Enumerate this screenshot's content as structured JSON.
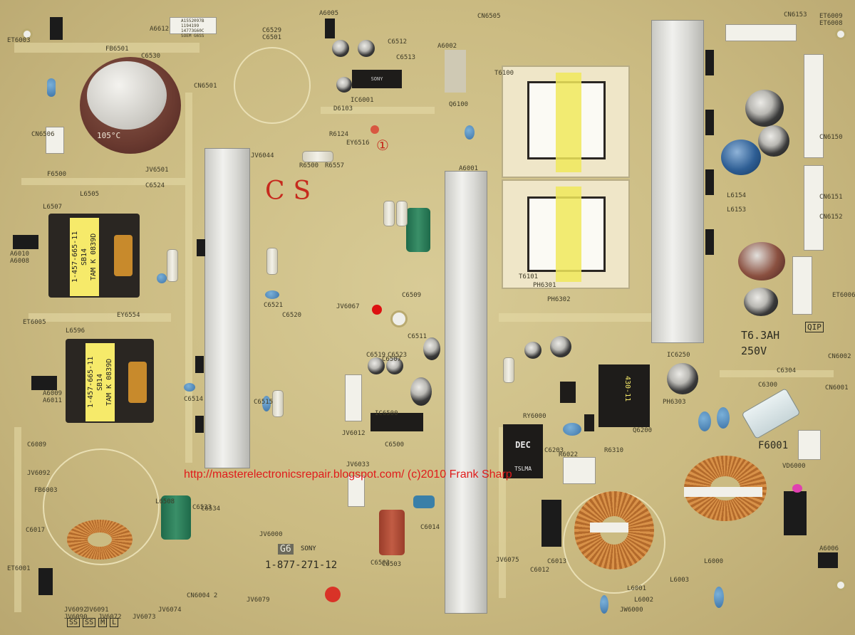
{
  "pcb": {
    "cs_mark": "CS",
    "circled_one": "①",
    "part_number": "1-877-271-12",
    "maker": "SONY",
    "board_code": "G6",
    "fuse_rating": "T6.3AH",
    "fuse_voltage": "250V",
    "fuse_ref": "F6001",
    "transformer_label": [
      "1-457-665-11",
      "SB14",
      "TAM K 0839D"
    ],
    "watermark_url": "http://masterelectronicsrepair.blogspot.com/ (c)2010 Frank Sharp",
    "relay_label": [
      "DEC",
      "TSLMA"
    ],
    "ic_label": "430-11",
    "dip_ic_text": "SONY",
    "sticker_text": "A1552097B 1194199 14773G60C SOEM G6SS",
    "bottom_marks": [
      "SS",
      "SS",
      "M",
      "L"
    ],
    "qip_mark": "QIP",
    "cap_marks": "105°C"
  },
  "silk_labels": [
    "ET6003",
    "A6005",
    "CN6505",
    "ET6009",
    "CN6153",
    "ET6008",
    "FB6501",
    "C6530",
    "A6612",
    "C6529",
    "C6501",
    "CN6501",
    "C6512",
    "C6513",
    "IC6001",
    "D6103",
    "A6002",
    "Q6100",
    "CN6506",
    "F6500",
    "C6524",
    "L6505",
    "L6507",
    "A6010",
    "A6008",
    "JV6501",
    "JV6044",
    "R6124",
    "EY6516",
    "R6500",
    "R6557",
    "A6001",
    "CN6152",
    "CN6150",
    "CN6151",
    "L6154",
    "L6153",
    "PH6301",
    "PH6302",
    "T6101",
    "T6100",
    "C6509",
    "JV6067",
    "C6521",
    "C6520",
    "ET6005",
    "L6596",
    "EY6554",
    "C6519",
    "C6523",
    "C6511",
    "JV6012",
    "C6503",
    "C6507",
    "JV6033",
    "C6500",
    "JV6000",
    "A6009",
    "A6011",
    "C6514",
    "C6515",
    "IC6500",
    "C6089",
    "L6508",
    "JV6092",
    "FB6003",
    "C6017",
    "ET6001",
    "CN6004 2",
    "JV6079",
    "C6534",
    "C6533",
    "C6014",
    "C6503",
    "JV6075",
    "C6012",
    "RY6000",
    "R6310",
    "C6203",
    "R6022",
    "L6003",
    "L6001",
    "L6000",
    "L6002",
    "A6006",
    "CN6002",
    "CN6001",
    "ET6006",
    "PH6303",
    "Q6200",
    "IC6250",
    "JW6000",
    "C6013",
    "C6304",
    "C6300",
    "VD6000",
    "JV6092",
    "JV6091",
    "JV6090",
    "JV6072",
    "JV6073",
    "JV6074"
  ]
}
